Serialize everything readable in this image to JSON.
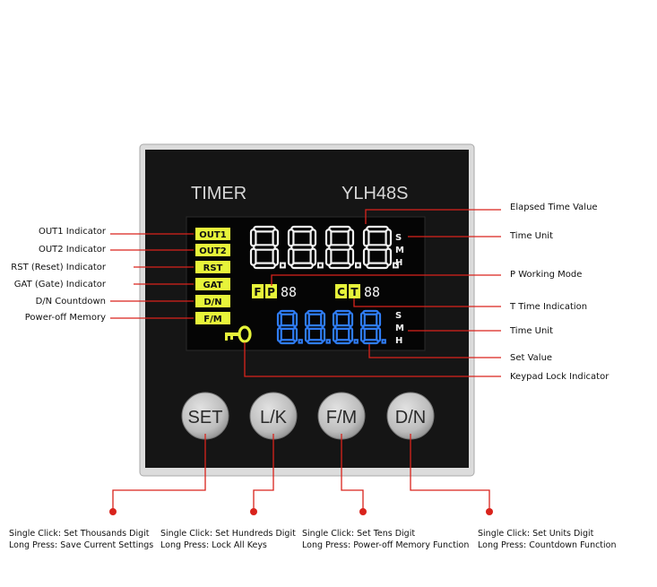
{
  "device": {
    "brand_label": "TIMER",
    "model": "YLH48S",
    "colors": {
      "bezel": "#dcdcdc",
      "panel": "#151515",
      "lcd": "#050505",
      "white_digits": "#f2f2f2",
      "blue_digits": "#2f7df6",
      "indicator_yellow": "#e7f43a",
      "leader_red": "#d9231c",
      "button_face": "#c9c9c9"
    },
    "top_display": {
      "digits": "8888",
      "units": [
        "S",
        "M",
        "H"
      ]
    },
    "bottom_display": {
      "digits": "8888",
      "units": [
        "S",
        "M",
        "H"
      ]
    },
    "mode_row": {
      "f": "F",
      "p": "P",
      "p_digits": "88",
      "c": "C",
      "t": "T",
      "t_digits": "88"
    },
    "indicators": [
      "OUT1",
      "OUT2",
      "RST",
      "GAT",
      "D/N",
      "F/M"
    ],
    "key_icon": "key-icon"
  },
  "left_callouts": [
    "OUT1 Indicator",
    "OUT2 Indicator",
    "RST (Reset) Indicator",
    "GAT (Gate) Indicator",
    "D/N Countdown",
    "Power-off Memory"
  ],
  "right_callouts": [
    "Elapsed Time Value",
    "Time Unit",
    "P Working Mode",
    "T Time Indication",
    "Time Unit",
    "Set Value",
    "Keypad Lock Indicator"
  ],
  "buttons": [
    {
      "label": "SET",
      "single": "Single Click: Set Thousands Digit",
      "long": "Long Press: Save Current Settings"
    },
    {
      "label": "L/K",
      "single": "Single Click: Set Hundreds Digit",
      "long": "Long Press: Lock All Keys"
    },
    {
      "label": "F/M",
      "single": "Single Click: Set Tens Digit",
      "long": "Long Press: Power-off Memory Function"
    },
    {
      "label": "D/N",
      "single": "Single Click: Set Units Digit",
      "long": "Long Press: Countdown Function"
    }
  ]
}
